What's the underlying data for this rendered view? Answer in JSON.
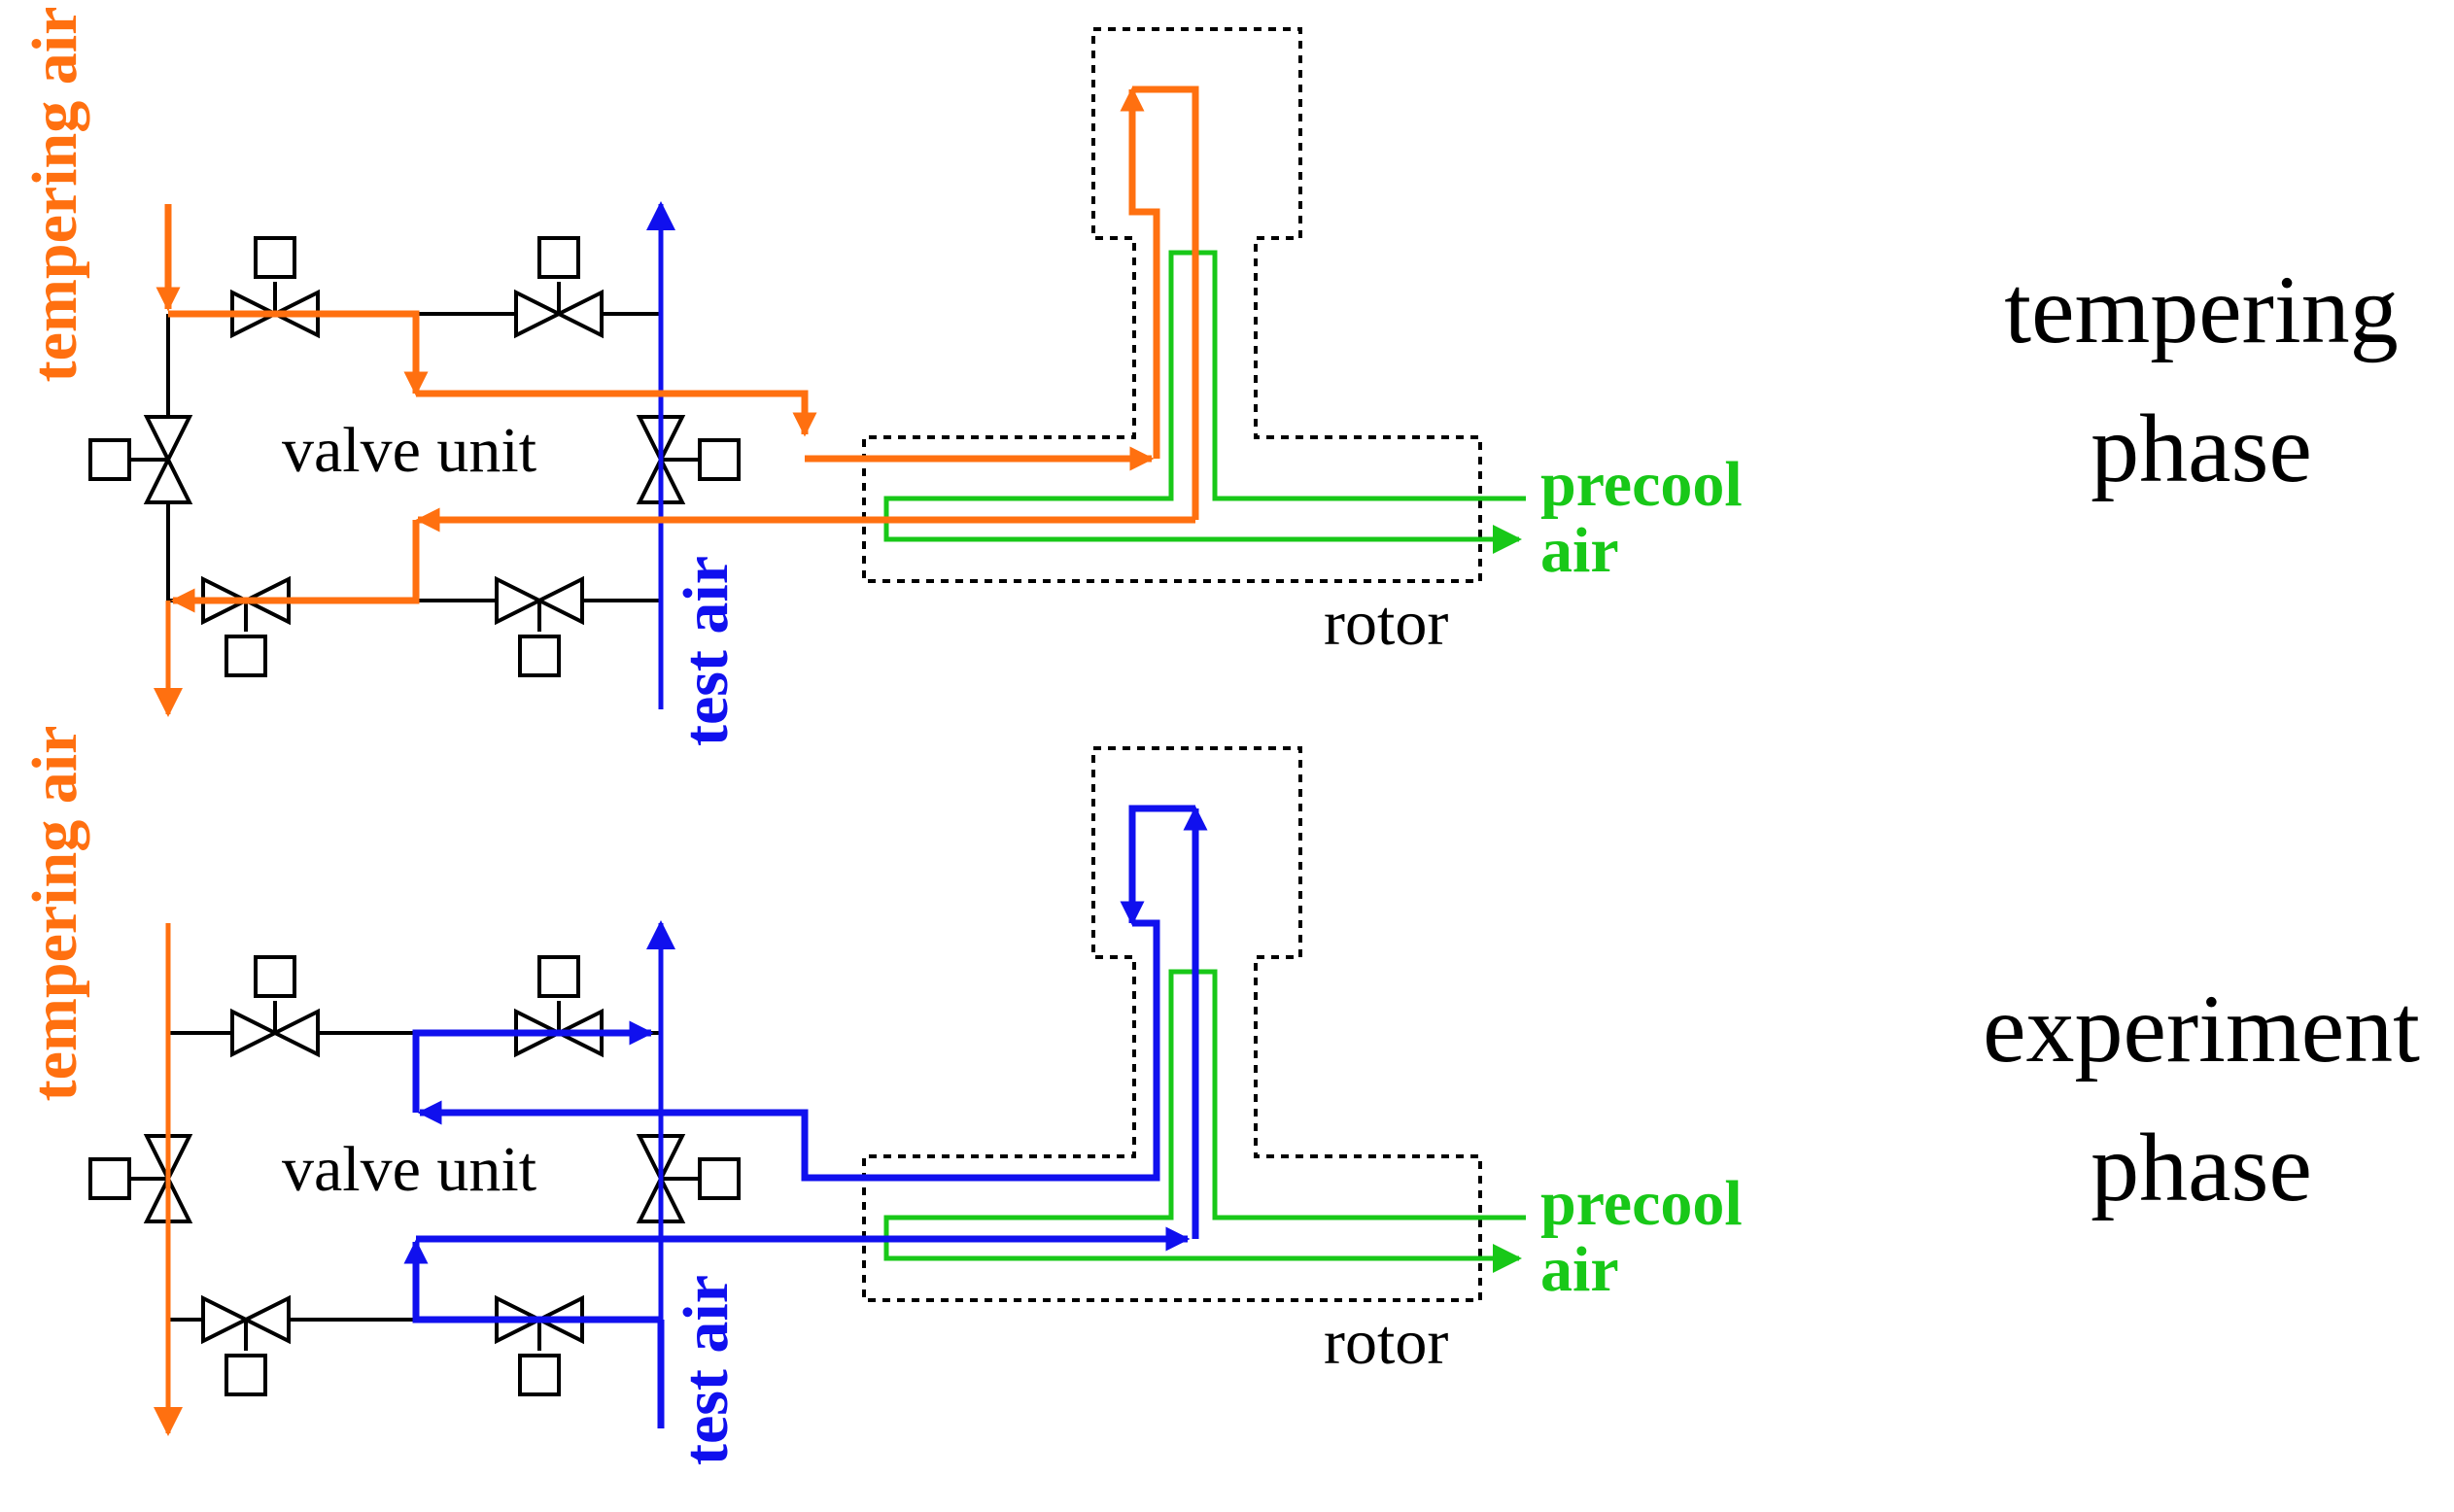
{
  "colors": {
    "tempering": "#ff7010",
    "test": "#1010ee",
    "precool": "#18c818",
    "line": "#000000"
  },
  "panels": [
    {
      "id": "tempering",
      "labels": {
        "tempering_air": "tempering air",
        "test_air": "test air",
        "valve_unit": "valve unit",
        "precool_air_1": "precool",
        "precool_air_2": "air",
        "rotor": "rotor",
        "phase_1": "tempering",
        "phase_2": "phase"
      }
    },
    {
      "id": "experiment",
      "labels": {
        "tempering_air": "tempering air",
        "test_air": "test air",
        "valve_unit": "valve unit",
        "precool_air_1": "precool",
        "precool_air_2": "air",
        "rotor": "rotor",
        "phase_1": "experiment",
        "phase_2": "phase"
      }
    }
  ],
  "icons": [
    "valve-icon",
    "actuator-icon",
    "arrow-icon"
  ]
}
